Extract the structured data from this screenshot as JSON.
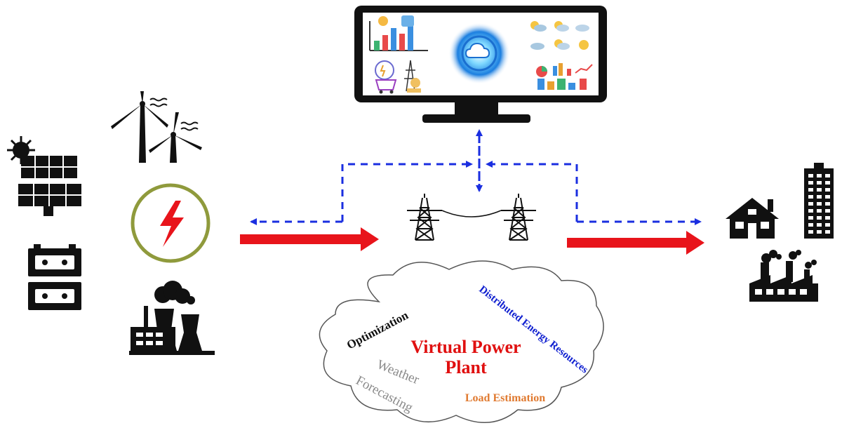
{
  "cloud": {
    "title_line1": "Virtual Power",
    "title_line2": "Plant",
    "optimization": "Optimization",
    "der": "Distributed Energy Resources",
    "weather_line1": "Weather",
    "weather_line2": "Forecasting",
    "load": "Load Estimation"
  },
  "colors": {
    "power_flow": "#e8141b",
    "data_flow": "#1a2ee0",
    "ring": "#8f9a3c",
    "text_vpp": "#e01010",
    "text_der": "#1020d0",
    "text_load": "#e07a30"
  },
  "icons": {
    "sources": [
      "sun-icon",
      "solar-panel-icon",
      "wind-turbine-icon",
      "battery-icon",
      "lightning-icon",
      "power-plant-icon"
    ],
    "grid": [
      "transmission-tower-icon"
    ],
    "loads": [
      "house-icon",
      "building-icon",
      "factory-icon"
    ],
    "monitor": [
      "cloud-platform-icon",
      "bar-chart-icon",
      "weather-icon",
      "pie-chart-icon"
    ]
  }
}
